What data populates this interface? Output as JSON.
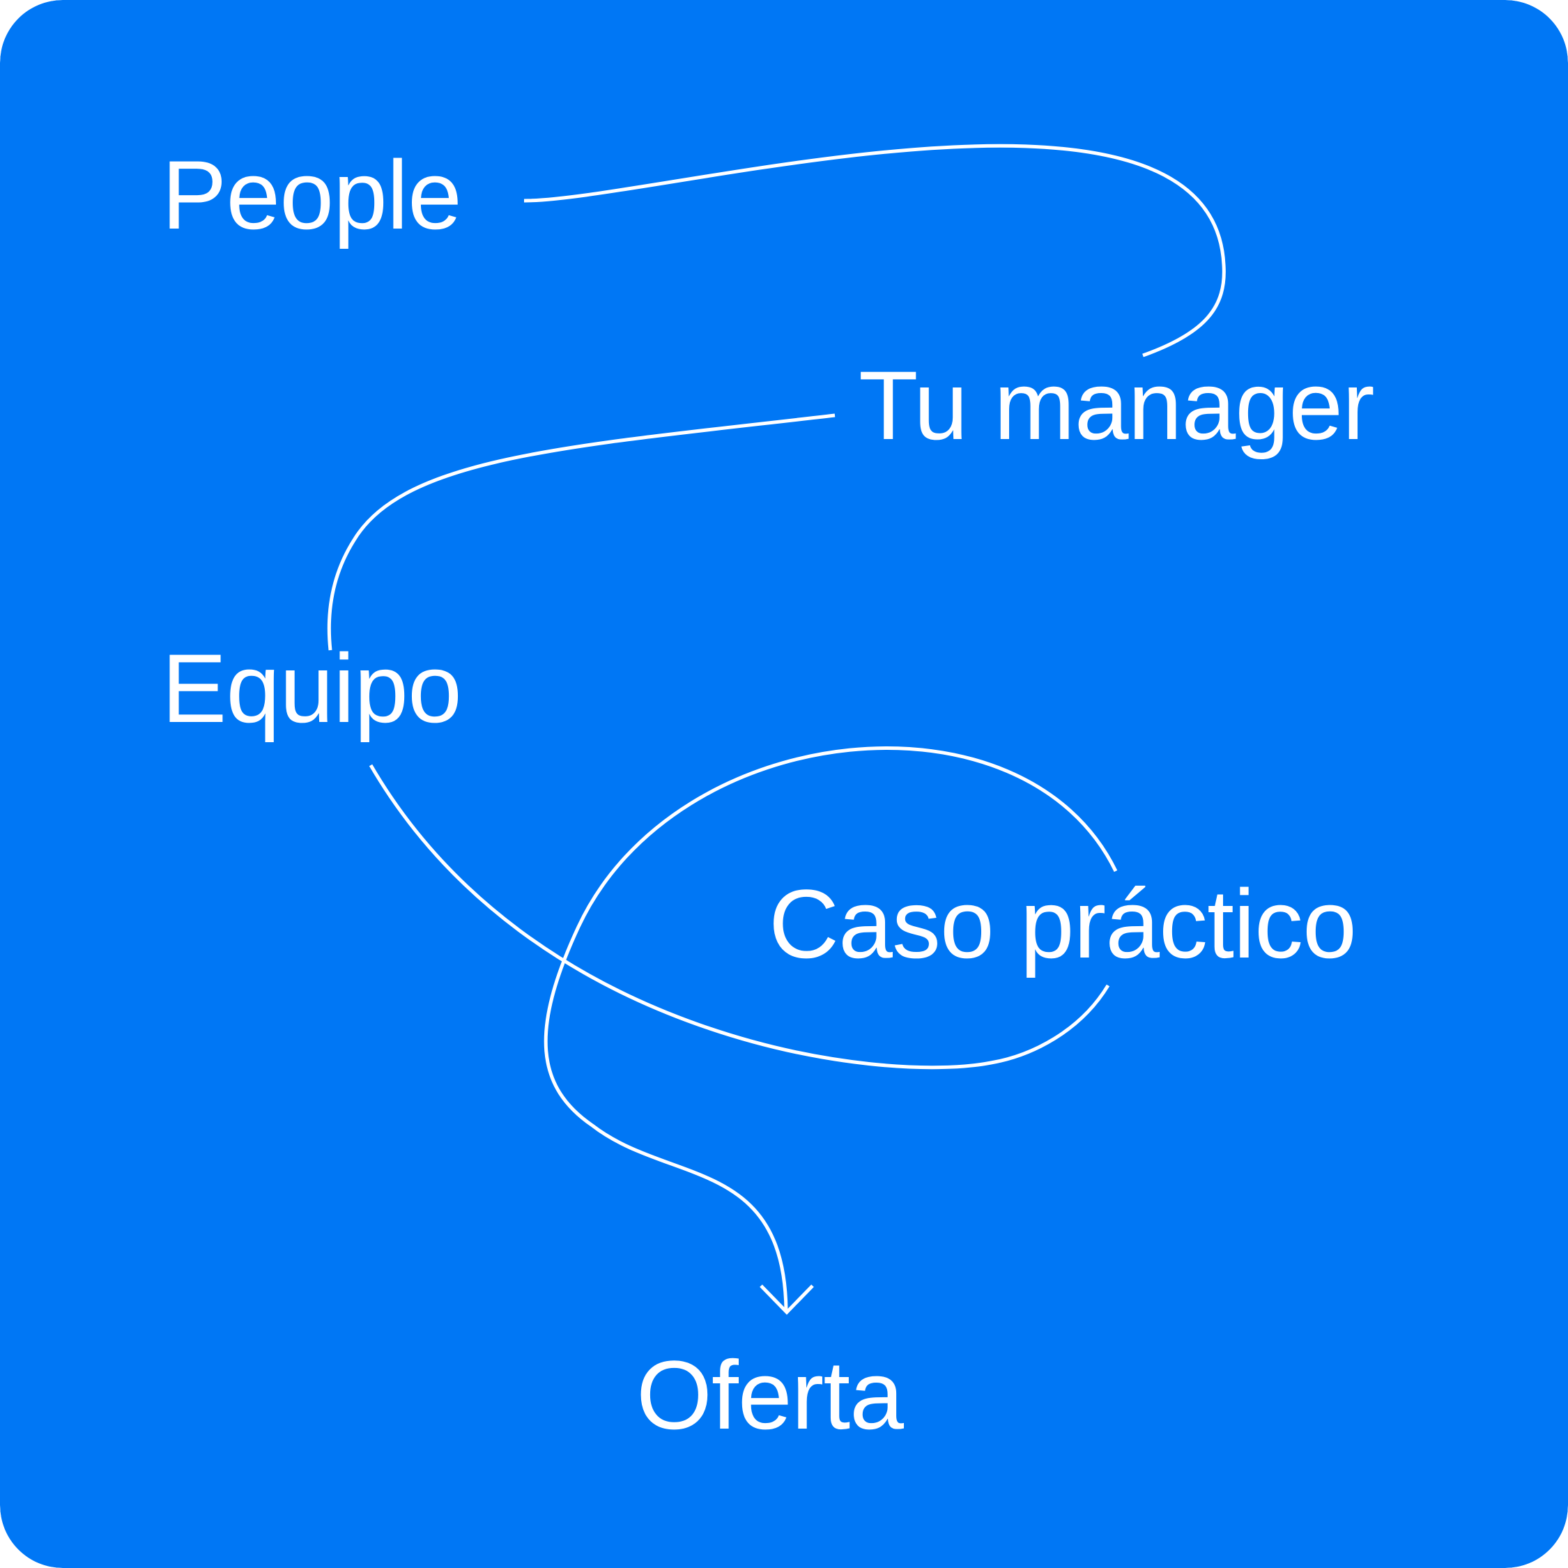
{
  "colors": {
    "background": "#0077F5",
    "foreground": "#FFFFFF"
  },
  "steps": [
    {
      "id": "people",
      "label": "People"
    },
    {
      "id": "manager",
      "label": "Tu manager"
    },
    {
      "id": "equipo",
      "label": "Equipo"
    },
    {
      "id": "caso",
      "label": "Caso práctico"
    },
    {
      "id": "oferta",
      "label": "Oferta"
    }
  ],
  "connectors": [
    {
      "from": "People",
      "to": "Tu manager"
    },
    {
      "from": "Tu manager",
      "to": "Equipo"
    },
    {
      "from": "Equipo",
      "to": "Caso práctico"
    },
    {
      "from": "Caso práctico",
      "to": "Oferta",
      "arrow": "arrow-down-icon"
    }
  ]
}
